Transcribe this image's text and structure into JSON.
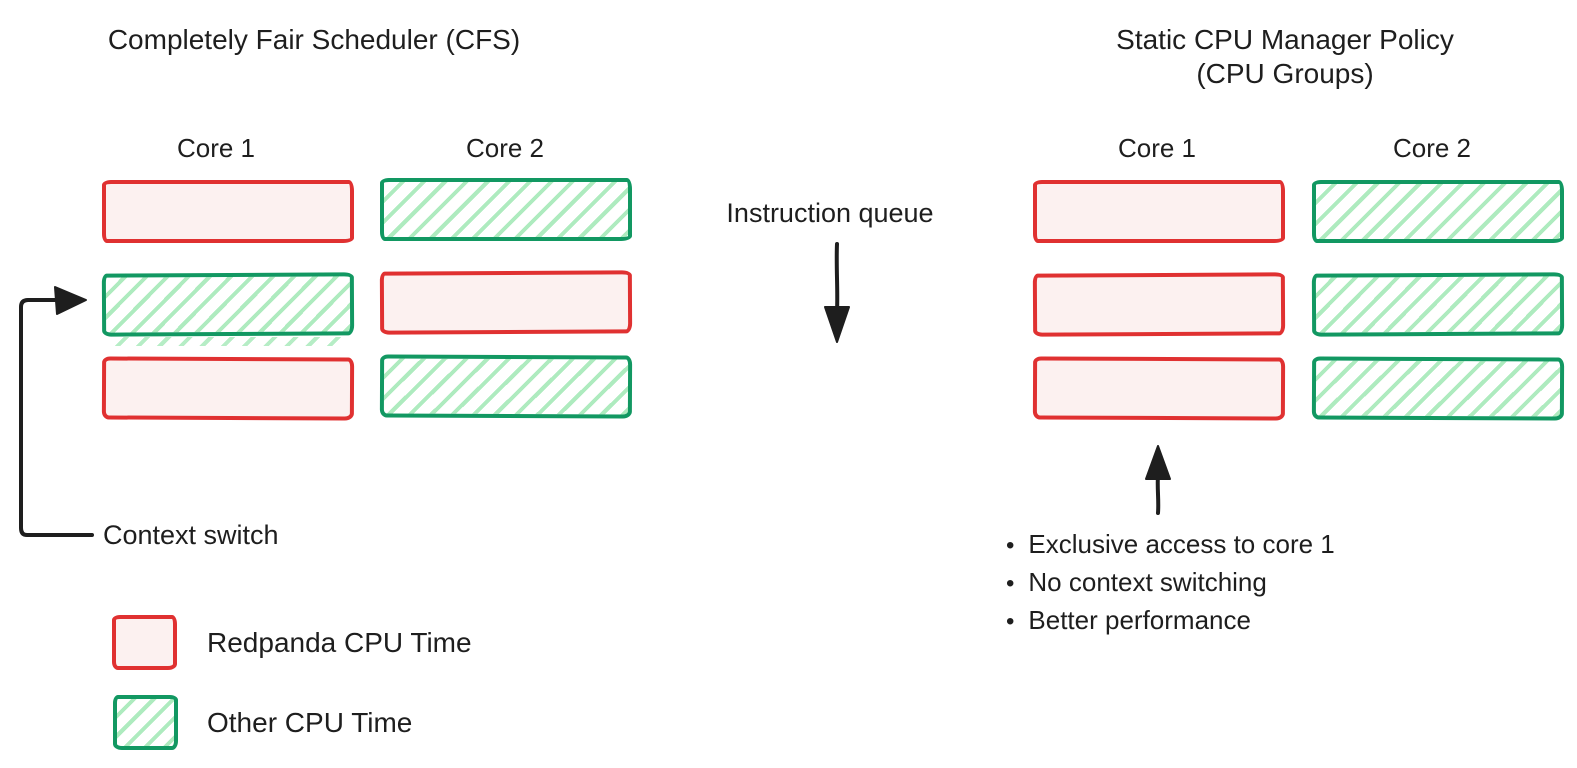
{
  "colors": {
    "ink": "#1e1e1e",
    "red_stroke": "#e03131",
    "red_fill": "#fcf1f0",
    "green_stroke": "#129862",
    "green_hatch": "#aeebbf"
  },
  "left_panel": {
    "title": "Completely Fair Scheduler (CFS)",
    "core1_label": "Core 1",
    "core2_label": "Core 2",
    "core1_blocks": [
      "redpanda",
      "other",
      "redpanda"
    ],
    "core2_blocks": [
      "other",
      "redpanda",
      "other"
    ],
    "context_switch_label": "Context switch"
  },
  "middle": {
    "instruction_queue_label": "Instruction queue"
  },
  "right_panel": {
    "title_line1": "Static CPU Manager Policy",
    "title_line2": "(CPU Groups)",
    "core1_label": "Core 1",
    "core2_label": "Core 2",
    "core1_blocks": [
      "redpanda",
      "redpanda",
      "redpanda"
    ],
    "core2_blocks": [
      "other",
      "other",
      "other"
    ],
    "bullets": [
      "Exclusive access to core 1",
      "No context switching",
      "Better performance"
    ]
  },
  "legend": {
    "items": [
      {
        "swatch": "redpanda",
        "label": "Redpanda CPU Time"
      },
      {
        "swatch": "other",
        "label": "Other CPU Time"
      }
    ]
  }
}
